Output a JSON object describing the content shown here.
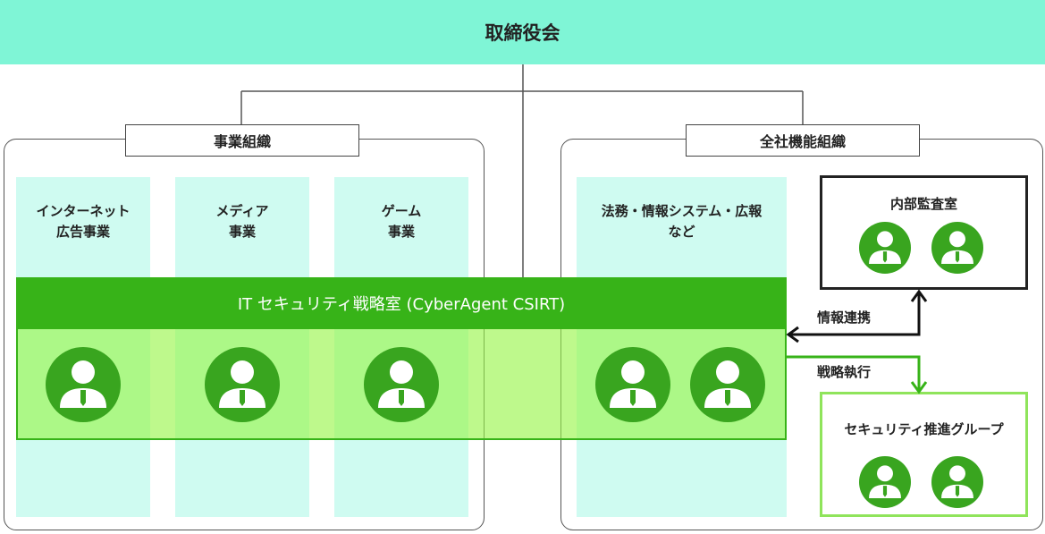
{
  "board": {
    "label": "取締役会"
  },
  "business": {
    "tag": "事業組織",
    "columns": [
      {
        "line1": "インターネット",
        "line2": "広告事業"
      },
      {
        "line1": "メディア",
        "line2": "事業"
      },
      {
        "line1": "ゲーム",
        "line2": "事業"
      }
    ]
  },
  "corporate": {
    "tag": "全社機能組織",
    "column": {
      "line1": "法務・情報システム・広報",
      "line2": "など"
    }
  },
  "csirt": {
    "title": "IT セキュリティ戦略室 (CyberAgent CSIRT)",
    "members": 5
  },
  "audit": {
    "title": "内部監査室",
    "members": 2
  },
  "promotion": {
    "title": "セキュリティ推進グループ",
    "members": 2
  },
  "edges": {
    "info": "情報連携",
    "exec": "戦略執行"
  },
  "colors": {
    "board": "#7ff5d6",
    "column": "#cffbf1",
    "csirt": "#37b318",
    "csirt_light": "#96f546",
    "avatar": "#39a51f",
    "group_border": "#8fe45b"
  },
  "icons": {
    "person": "person-avatar-icon"
  }
}
